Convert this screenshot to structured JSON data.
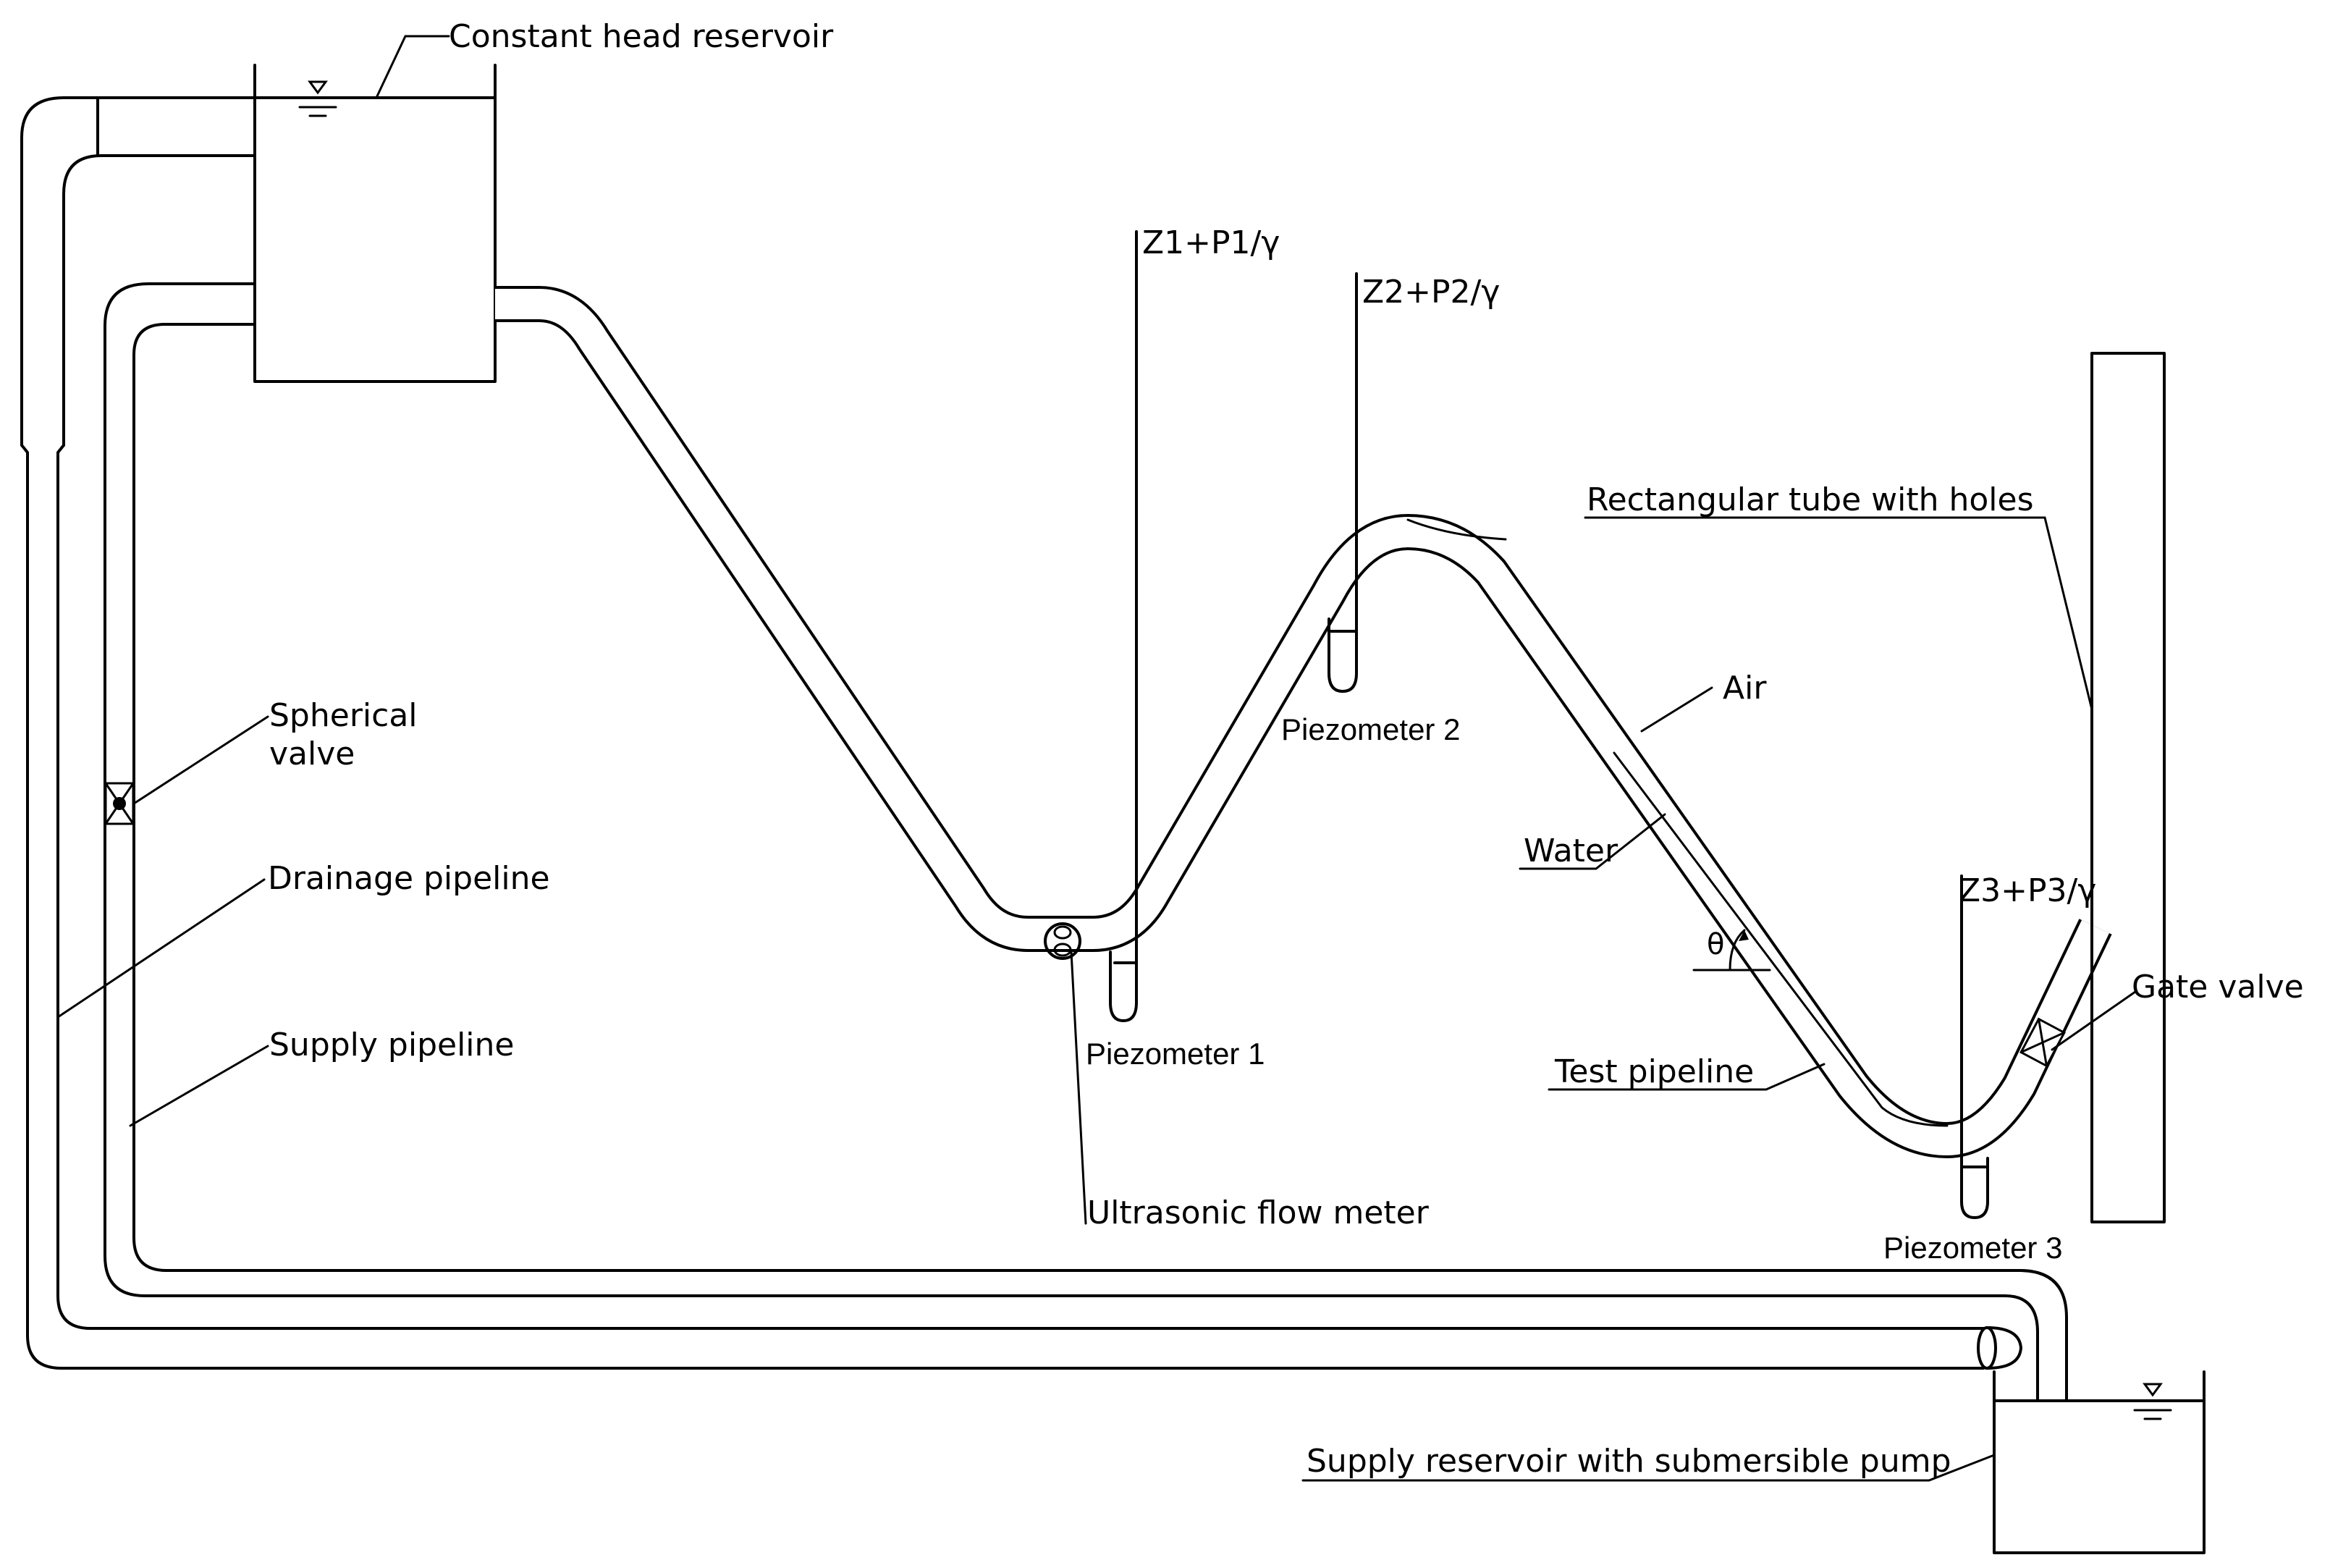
{
  "labels": {
    "constant_head_reservoir": "Constant head reservoir",
    "spherical_valve_line1": "Spherical",
    "spherical_valve_line2": "valve",
    "drainage_pipeline": "Drainage pipeline",
    "supply_pipeline": "Supply pipeline",
    "z1": "Z1+P1/γ",
    "z2": "Z2+P2/γ",
    "z3": "Z3+P3/γ",
    "piezometer_1": "Piezometer 1",
    "piezometer_2": "Piezometer 2",
    "piezometer_3": "Piezometer 3",
    "ultrasonic_flow_meter": "Ultrasonic flow meter",
    "air": "Air",
    "water": "Water",
    "theta": "θ",
    "test_pipeline": "Test pipeline",
    "rectangular_tube": "Rectangular tube with holes",
    "gate_valve": "Gate valve",
    "supply_reservoir": "Supply reservoir with submersible pump"
  }
}
